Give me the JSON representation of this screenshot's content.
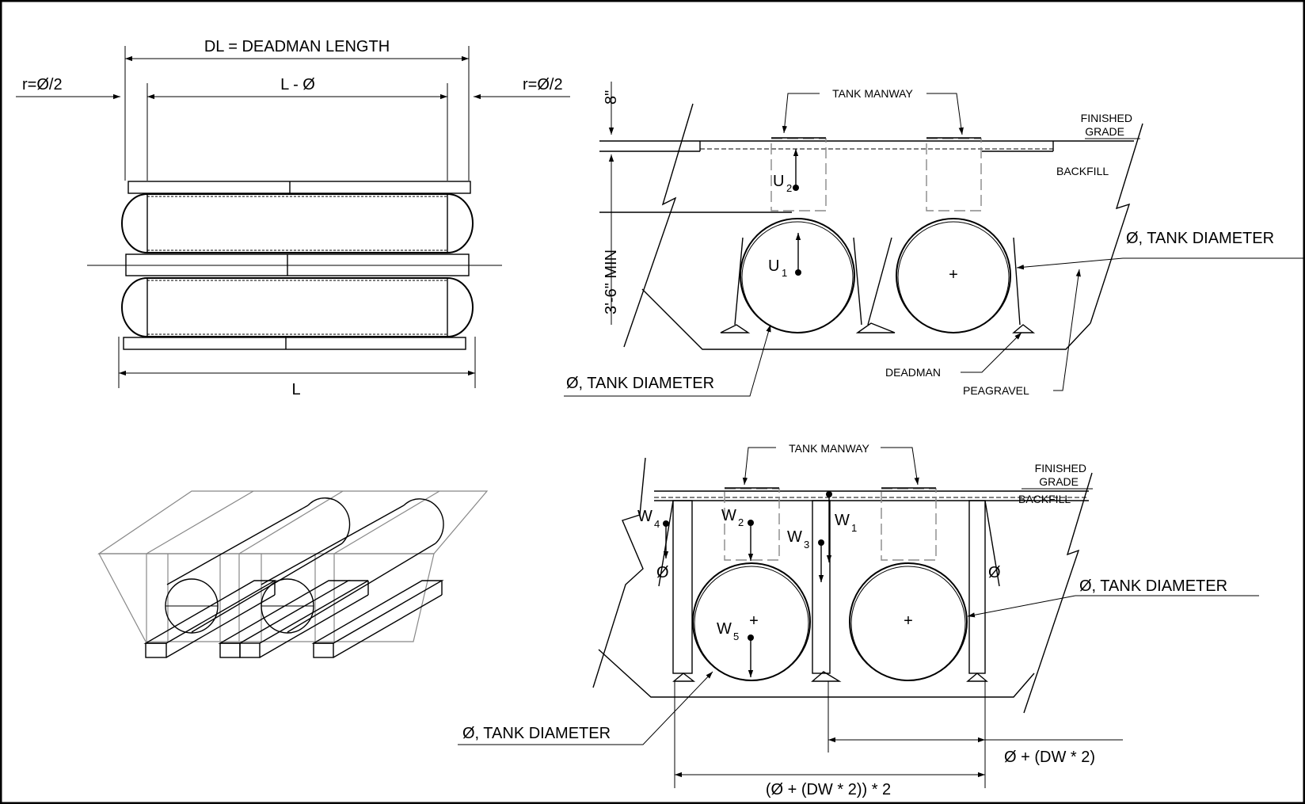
{
  "labels": {
    "deadman_length": "DL = DEADMAN LENGTH",
    "l_minus_dia": "L - Ø",
    "r_left": "r=Ø/2",
    "r_right": "r=Ø/2",
    "length": "L",
    "tank_manway_top": "TANK MANWAY",
    "finished_grade_top_1": "FINISHED",
    "finished_grade_top_2": "GRADE",
    "backfill_top": "BACKFILL",
    "eight_in": "8\"",
    "min_depth": "3'-6\" MIN",
    "tank_dia_right_top": "Ø, TANK DIAMETER",
    "tank_dia_bottom_top": "Ø, TANK DIAMETER",
    "deadman": "DEADMAN",
    "peagravel": "PEAGRAVEL",
    "u1": "U",
    "u1_sub": "1",
    "u2": "U",
    "u2_sub": "2",
    "tank_manway_bot": "TANK MANWAY",
    "finished_grade_bot_1": "FINISHED",
    "finished_grade_bot_2": "GRADE",
    "backfill_bot": "BACKFILL",
    "w1": "W",
    "w1_sub": "1",
    "w2": "W",
    "w2_sub": "2",
    "w3": "W",
    "w3_sub": "3",
    "w4": "W",
    "w4_sub": "4",
    "w5": "W",
    "w5_sub": "5",
    "phi_left": "Ø",
    "phi_right": "Ø",
    "tank_dia_right_bot": "Ø, TANK DIAMETER",
    "tank_dia_left_bot": "Ø, TANK DIAMETER",
    "dim_single": "Ø + (DW * 2)",
    "dim_double": "(Ø + (DW * 2)) * 2",
    "plus_1": "+",
    "plus_2": "+",
    "plus_3": "+"
  }
}
